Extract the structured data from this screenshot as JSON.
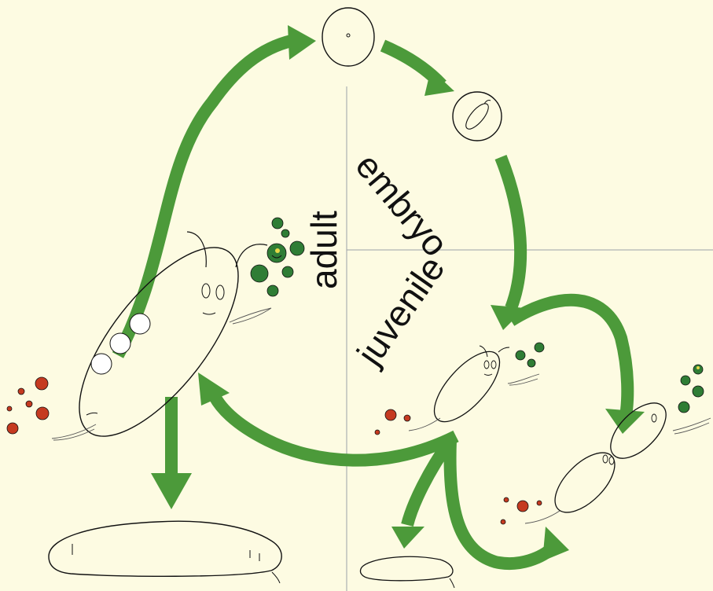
{
  "labels": {
    "embryo": "embryo",
    "juvenile": "juvenile",
    "adult": "adult"
  },
  "colors": {
    "background": "#fdfbe2",
    "arrow": "#4c9a3a",
    "green_ball": "#2f7d35",
    "red_ball": "#c53a20",
    "outline": "#111111",
    "axis": "#9aa0a8"
  }
}
